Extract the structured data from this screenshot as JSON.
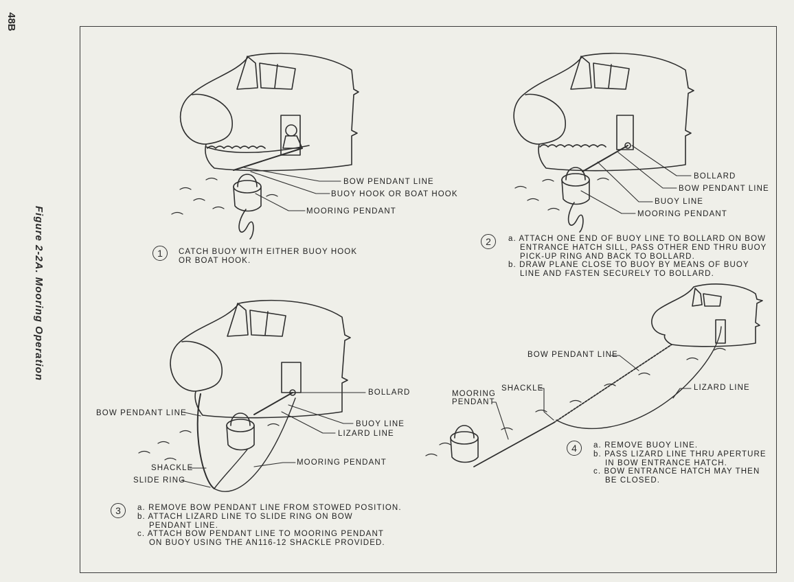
{
  "page_number": "48B",
  "figure_caption": "Figure 2-2A.  Mooring Operation",
  "panel1": {
    "number": "1",
    "labels": {
      "bow_pendant_line": "BOW PENDANT LINE",
      "buoy_hook": "BUOY HOOK OR BOAT HOOK",
      "mooring_pendant": "MOORING PENDANT"
    },
    "instructions": [
      "CATCH BUOY WITH EITHER BUOY HOOK",
      "OR BOAT HOOK."
    ]
  },
  "panel2": {
    "number": "2",
    "labels": {
      "bollard": "BOLLARD",
      "bow_pendant_line": "BOW PENDANT LINE",
      "buoy_line": "BUOY LINE",
      "mooring_pendant": "MOORING PENDANT"
    },
    "instructions": [
      "a. ATTACH ONE END OF BUOY LINE TO BOLLARD ON BOW",
      "ENTRANCE HATCH SILL, PASS OTHER END THRU BUOY",
      "PICK-UP RING AND BACK TO BOLLARD.",
      "b. DRAW PLANE CLOSE TO BUOY BY MEANS OF BUOY",
      "LINE AND FASTEN SECURELY TO BOLLARD."
    ]
  },
  "panel3": {
    "number": "3",
    "labels": {
      "bollard": "BOLLARD",
      "bow_pendant_line": "BOW PENDANT LINE",
      "buoy_line": "BUOY LINE",
      "lizard_line": "LIZARD LINE",
      "shackle": "SHACKLE",
      "mooring_pendant": "MOORING PENDANT",
      "slide_ring": "SLIDE RING"
    },
    "instructions": [
      "a. REMOVE BOW PENDANT LINE FROM STOWED POSITION.",
      "b. ATTACH LIZARD LINE TO SLIDE RING ON BOW",
      "PENDANT LINE.",
      "c. ATTACH BOW PENDANT LINE TO MOORING PENDANT",
      "ON BUOY USING THE AN116-12 SHACKLE PROVIDED."
    ]
  },
  "panel4": {
    "number": "4",
    "labels": {
      "bow_pendant_line": "BOW PENDANT LINE",
      "shackle": "SHACKLE",
      "mooring_pendant_1": "MOORING",
      "mooring_pendant_2": "PENDANT",
      "lizard_line": "LIZARD LINE"
    },
    "instructions": [
      "a. REMOVE BUOY LINE.",
      "b. PASS LIZARD LINE THRU  APERTURE",
      "IN BOW ENTRANCE HATCH.",
      "c. BOW ENTRANCE HATCH MAY THEN",
      "BE CLOSED."
    ]
  }
}
